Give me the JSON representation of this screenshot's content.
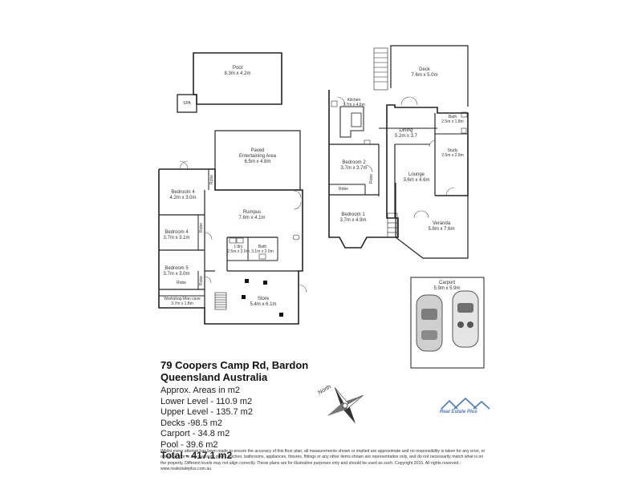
{
  "rooms": {
    "pool": {
      "name": "Pool",
      "dims": "8.3m x 4.2m"
    },
    "spa": {
      "name": "SPA"
    },
    "paved": {
      "name": "Paved",
      "name2": "Entertaining Area",
      "dims": "6.5m x 4.8m"
    },
    "bedroom4a": {
      "name": "Bedroom 4",
      "dims": "4.2m x 3.0m"
    },
    "robe_a": {
      "name": "Robe"
    },
    "rumpus": {
      "name": "Rumpus",
      "dims": "7.6m x 4.1m"
    },
    "bedroom4b": {
      "name": "Bedroom 4",
      "dims": "3.7m x 3.1m"
    },
    "robe_b": {
      "name": "Robe"
    },
    "ldry": {
      "name": "L'dry",
      "dims": "2.5m x 2.0m"
    },
    "bath_lower": {
      "name": "Bath",
      "dims": "3.1m x 2.0m"
    },
    "bedroom5": {
      "name": "Bedroom 5",
      "dims": "3.7m x 3.0m"
    },
    "robe_c": {
      "name": "Robe"
    },
    "robe_d": {
      "name": "Robe"
    },
    "workshop": {
      "name": "Workshop Man cave",
      "dims": "3.7m x 1.8m"
    },
    "store": {
      "name": "Store",
      "dims": "5.4m x 6.1m"
    },
    "deck": {
      "name": "Deck",
      "dims": "7.6m x 5.0m"
    },
    "kitchen": {
      "name": "Kitchen",
      "dims": "3.7m x 4.6m"
    },
    "bath_upper": {
      "name": "Bath",
      "dims": "2.5m x 1.8m"
    },
    "dining": {
      "name": "Dining",
      "dims": "5.2m x 3.7"
    },
    "study": {
      "name": "Study",
      "dims": "2.5m x 2.9m"
    },
    "bedroom2": {
      "name": "Bedroom 2",
      "dims": "3.7m x 3.7m"
    },
    "lounge": {
      "name": "Lounge",
      "dims": "3.6m x 4.6m"
    },
    "robe_e": {
      "name": "Robe"
    },
    "robe_f": {
      "name": "Robe"
    },
    "bedroom1": {
      "name": "Bedroom 1",
      "dims": "3.7m x 4.9m"
    },
    "veranda": {
      "name": "Veranda",
      "dims": "5.8m x 7.6m"
    },
    "carport": {
      "name": "Carport",
      "dims": "5.9m x 5.9m"
    }
  },
  "title": {
    "line1": "79 Coopers Camp Rd, Bardon",
    "line2": "Queensland Australia"
  },
  "areas": [
    "Approx. Areas in m2",
    "Lower Level - 110.9 m2",
    "Upper Level - 135.7 m2",
    "Decks -98.5 m2",
    "Carport - 34.8 m2",
    "Pool - 39.6 m2"
  ],
  "total": "Total - 417.1 m2",
  "north_label": "North",
  "logo_text": "Real Estate Plus",
  "disclaimer": "Whilst every attempt has been made to ensure the accuracy of this floor plan, all measurements shown or implied are approximate and no responsibility is taken for any error, or omission, nor is any warranty given. Kitchen, bathrooms, appliances, fixtures, fittings or any other items shown are representative only, and do not necessarily match what is on the property. Different levels may not align correctly. These plans are for illustrative purposes only and should be used as such. Copyright 2015. All rights reserved - www.realestateplus.com.au"
}
